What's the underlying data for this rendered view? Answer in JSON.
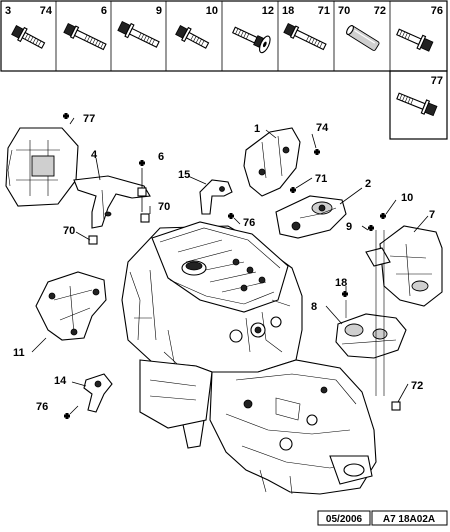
{
  "header_cells": [
    {
      "left": "3",
      "right": "74",
      "fastener": "bolt-flange-icon"
    },
    {
      "left": "",
      "right": "6",
      "fastener": "bolt-long-icon"
    },
    {
      "left": "",
      "right": "9",
      "fastener": "bolt-long-icon"
    },
    {
      "left": "",
      "right": "10",
      "fastener": "bolt-flange-icon"
    },
    {
      "left": "",
      "right": "12",
      "fastener": "stud-washer-icon"
    },
    {
      "left": "18",
      "right": "71",
      "fastener": "bolt-long-icon"
    },
    {
      "left": "70",
      "right": "72",
      "fastener": "sleeve-icon"
    },
    {
      "left": "",
      "right": "76",
      "fastener": "bolt-flange-icon"
    }
  ],
  "extra_cell": {
    "right": "77",
    "fastener": "bolt-long-icon"
  },
  "callouts": {
    "c77a": "77",
    "c1": "1",
    "c74": "74",
    "c4": "4",
    "c6": "6",
    "c71": "71",
    "c2": "2",
    "c15": "15",
    "c70a": "70",
    "c70b": "70",
    "c76a": "76",
    "c10": "10",
    "c9": "9",
    "c7": "7",
    "c18": "18",
    "c8": "8",
    "c11": "11",
    "c14": "14",
    "c76b": "76",
    "c72": "72"
  },
  "footer": {
    "date": "05/2006",
    "ref": "A7 18A02A"
  }
}
